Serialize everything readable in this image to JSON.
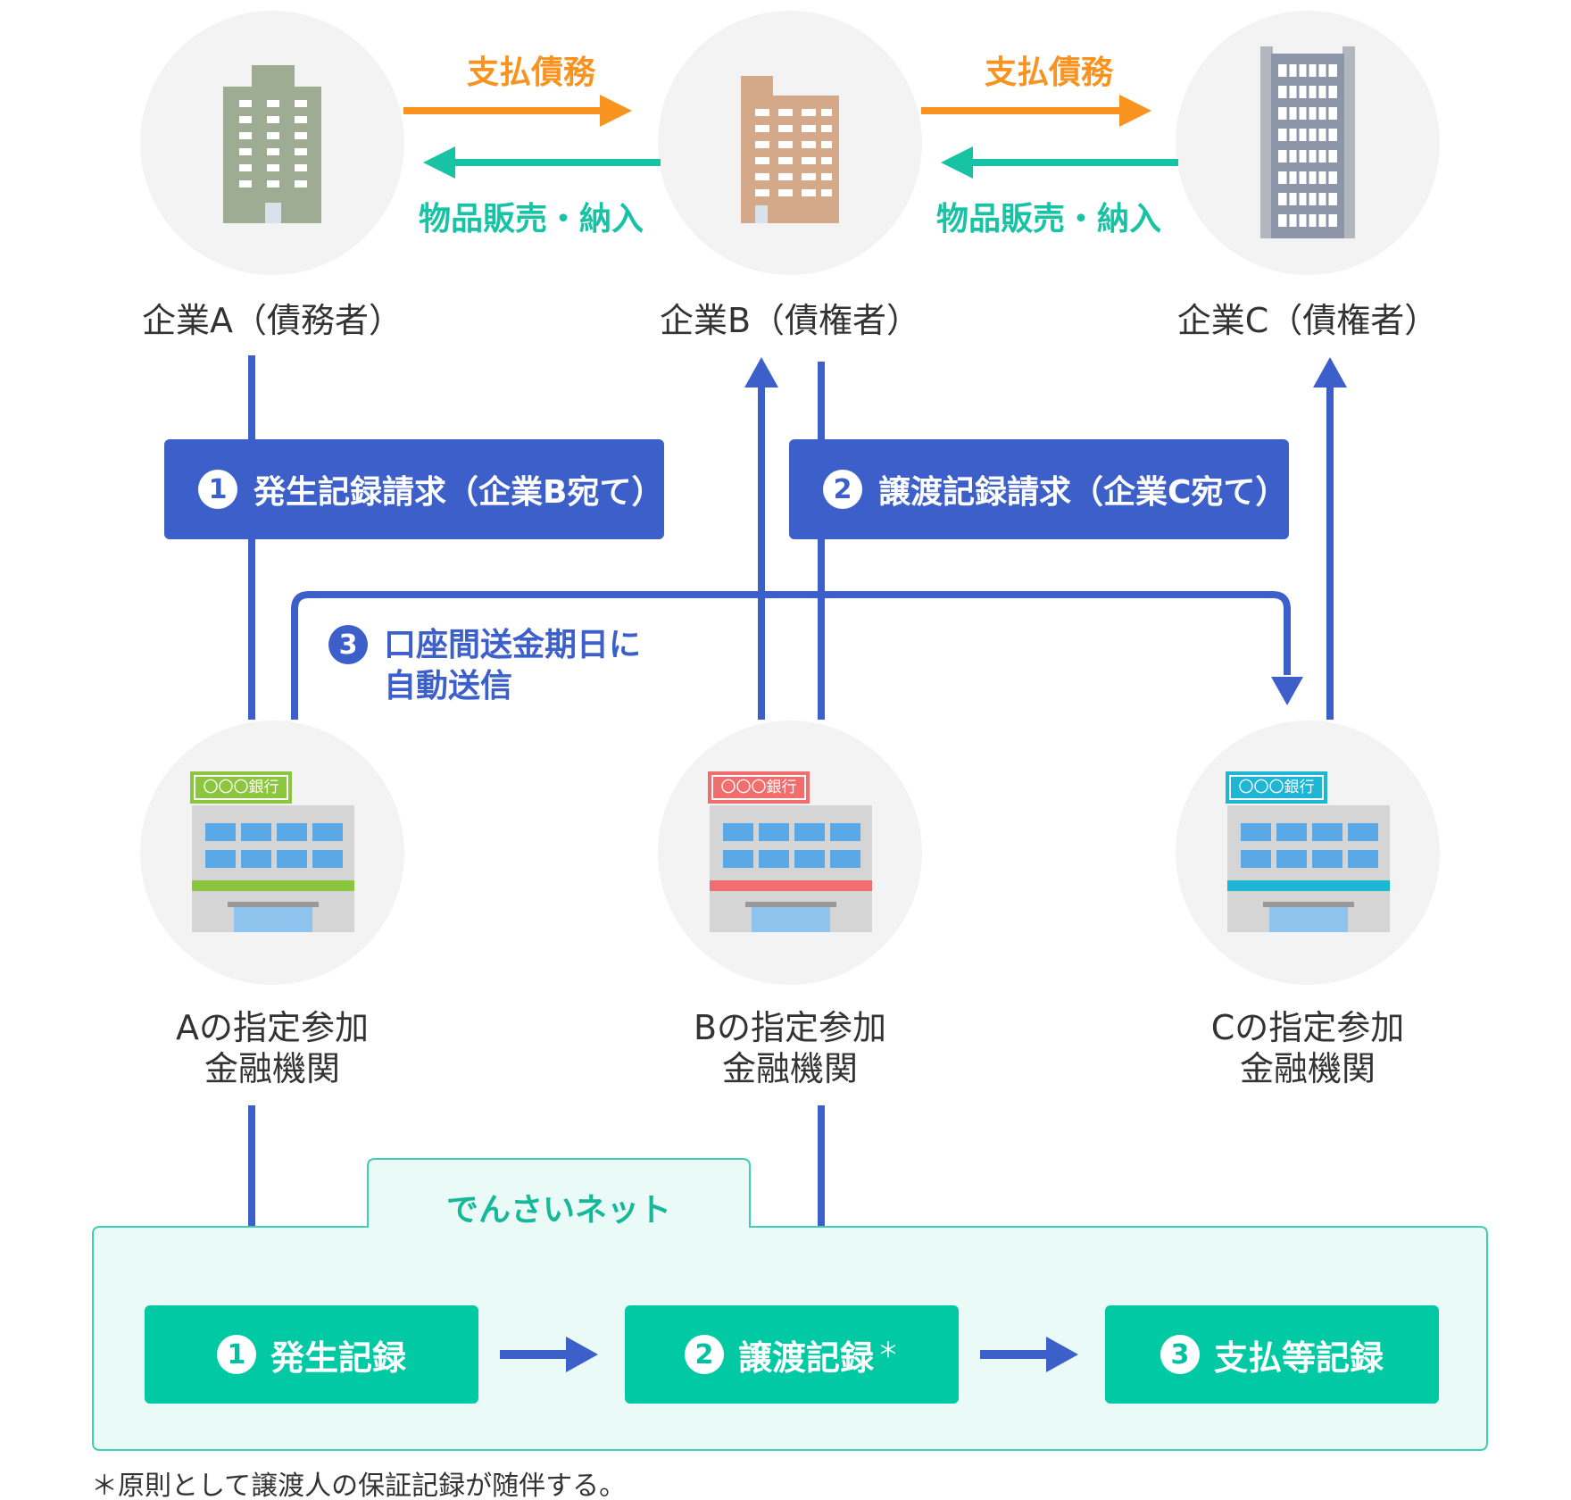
{
  "companies": [
    {
      "name": "企業A（債務者）"
    },
    {
      "name": "企業B（債権者）"
    },
    {
      "name": "企業C（債権者）"
    }
  ],
  "flows": {
    "payment_label": "支払債務",
    "goods_label": "物品販売・納入"
  },
  "steps": {
    "step1": {
      "num": "1",
      "label": "発生記録請求（企業B宛て）"
    },
    "step2": {
      "num": "2",
      "label": "譲渡記録請求（企業C宛て）"
    },
    "step3": {
      "num": "3",
      "line1": "口座間送金期日に",
      "line2": "自動送信"
    }
  },
  "banks": [
    {
      "sign": "〇〇〇銀行",
      "line1": "Aの指定参加",
      "line2": "金融機関"
    },
    {
      "sign": "〇〇〇銀行",
      "line1": "Bの指定参加",
      "line2": "金融機関"
    },
    {
      "sign": "〇〇〇銀行",
      "line1": "Cの指定参加",
      "line2": "金融機関"
    }
  ],
  "densai": {
    "title": "でんさいネット",
    "records": [
      {
        "num": "1",
        "label": "発生記録",
        "mark": ""
      },
      {
        "num": "2",
        "label": "譲渡記録",
        "mark": "＊"
      },
      {
        "num": "3",
        "label": "支払等記録",
        "mark": ""
      }
    ]
  },
  "footnote": "＊原則として譲渡人の保証記録が随伴する。",
  "colors": {
    "payment": "#f7931e",
    "goods": "#17c3a2",
    "blue": "#3d5fc9",
    "teal": "#00c9a3",
    "circle": "#f3f3f3",
    "bank_a": "#8cc63f",
    "bank_b": "#f26d6d",
    "bank_c": "#1fb6d6"
  }
}
